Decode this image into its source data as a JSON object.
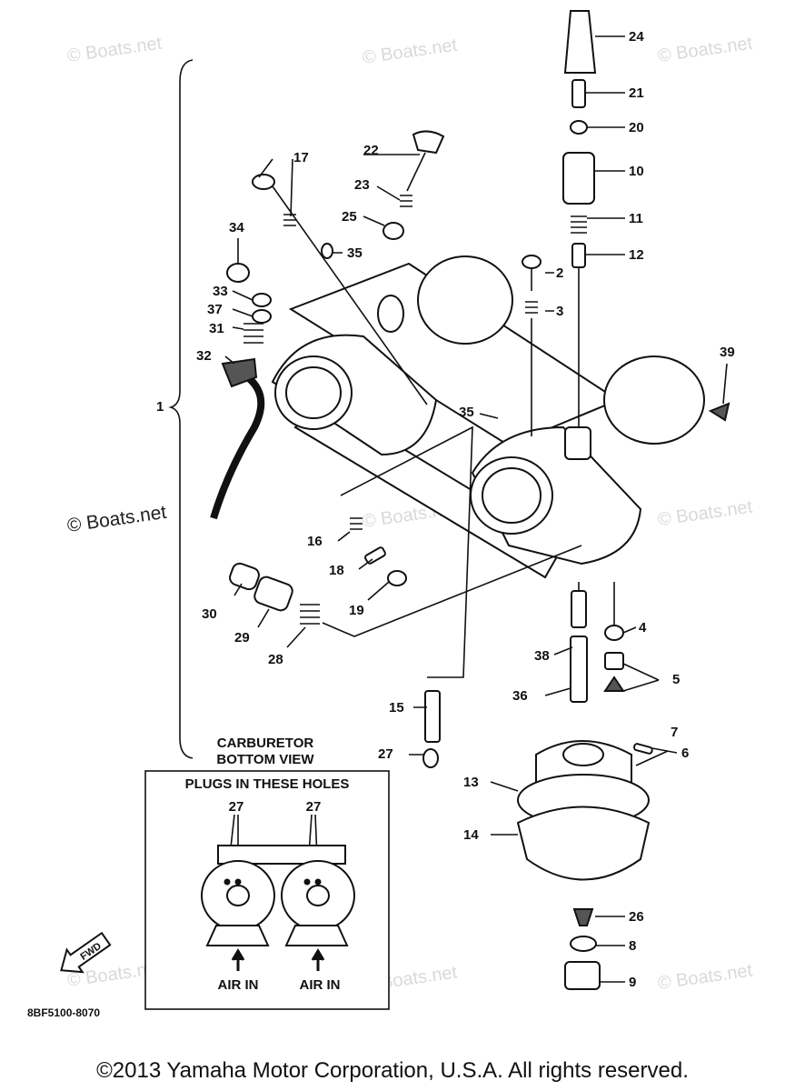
{
  "watermarks": [
    "© Boats.net",
    "© Boats.net",
    "© Boats.net",
    "© Boats.net",
    "© Boats.net",
    "© Boats.net",
    "© Boats.net",
    "© Boats.net"
  ],
  "part_labels": [
    {
      "id": "24",
      "text": "24"
    },
    {
      "id": "21",
      "text": "21"
    },
    {
      "id": "20",
      "text": "20"
    },
    {
      "id": "10",
      "text": "10"
    },
    {
      "id": "11",
      "text": "11"
    },
    {
      "id": "12",
      "text": "12"
    },
    {
      "id": "17",
      "text": "17"
    },
    {
      "id": "22",
      "text": "22"
    },
    {
      "id": "23",
      "text": "23"
    },
    {
      "id": "25",
      "text": "25"
    },
    {
      "id": "34",
      "text": "34"
    },
    {
      "id": "35a",
      "text": "35"
    },
    {
      "id": "2",
      "text": "2"
    },
    {
      "id": "3",
      "text": "3"
    },
    {
      "id": "33",
      "text": "33"
    },
    {
      "id": "37",
      "text": "37"
    },
    {
      "id": "31",
      "text": "31"
    },
    {
      "id": "32",
      "text": "32"
    },
    {
      "id": "39",
      "text": "39"
    },
    {
      "id": "1",
      "text": "1"
    },
    {
      "id": "35b",
      "text": "35"
    },
    {
      "id": "16",
      "text": "16"
    },
    {
      "id": "18",
      "text": "18"
    },
    {
      "id": "19",
      "text": "19"
    },
    {
      "id": "30",
      "text": "30"
    },
    {
      "id": "29",
      "text": "29"
    },
    {
      "id": "28",
      "text": "28"
    },
    {
      "id": "4",
      "text": "4"
    },
    {
      "id": "38",
      "text": "38"
    },
    {
      "id": "5",
      "text": "5"
    },
    {
      "id": "36",
      "text": "36"
    },
    {
      "id": "15",
      "text": "15"
    },
    {
      "id": "7",
      "text": "7"
    },
    {
      "id": "6",
      "text": "6"
    },
    {
      "id": "27",
      "text": "27"
    },
    {
      "id": "13",
      "text": "13"
    },
    {
      "id": "14",
      "text": "14"
    },
    {
      "id": "26",
      "text": "26"
    },
    {
      "id": "8",
      "text": "8"
    },
    {
      "id": "9",
      "text": "9"
    }
  ],
  "inset": {
    "title_line1": "CARBURETOR",
    "title_line2": "BOTTOM VIEW",
    "subtitle": "PLUGS IN THESE HOLES",
    "plug_label_left": "27",
    "plug_label_right": "27",
    "air_in_left": "AIR IN",
    "air_in_right": "AIR IN"
  },
  "fwd_label": "FWD",
  "diagram_code": "8BF5100-8070",
  "copyright": "©2013 Yamaha Motor Corporation, U.S.A. All rights reserved."
}
